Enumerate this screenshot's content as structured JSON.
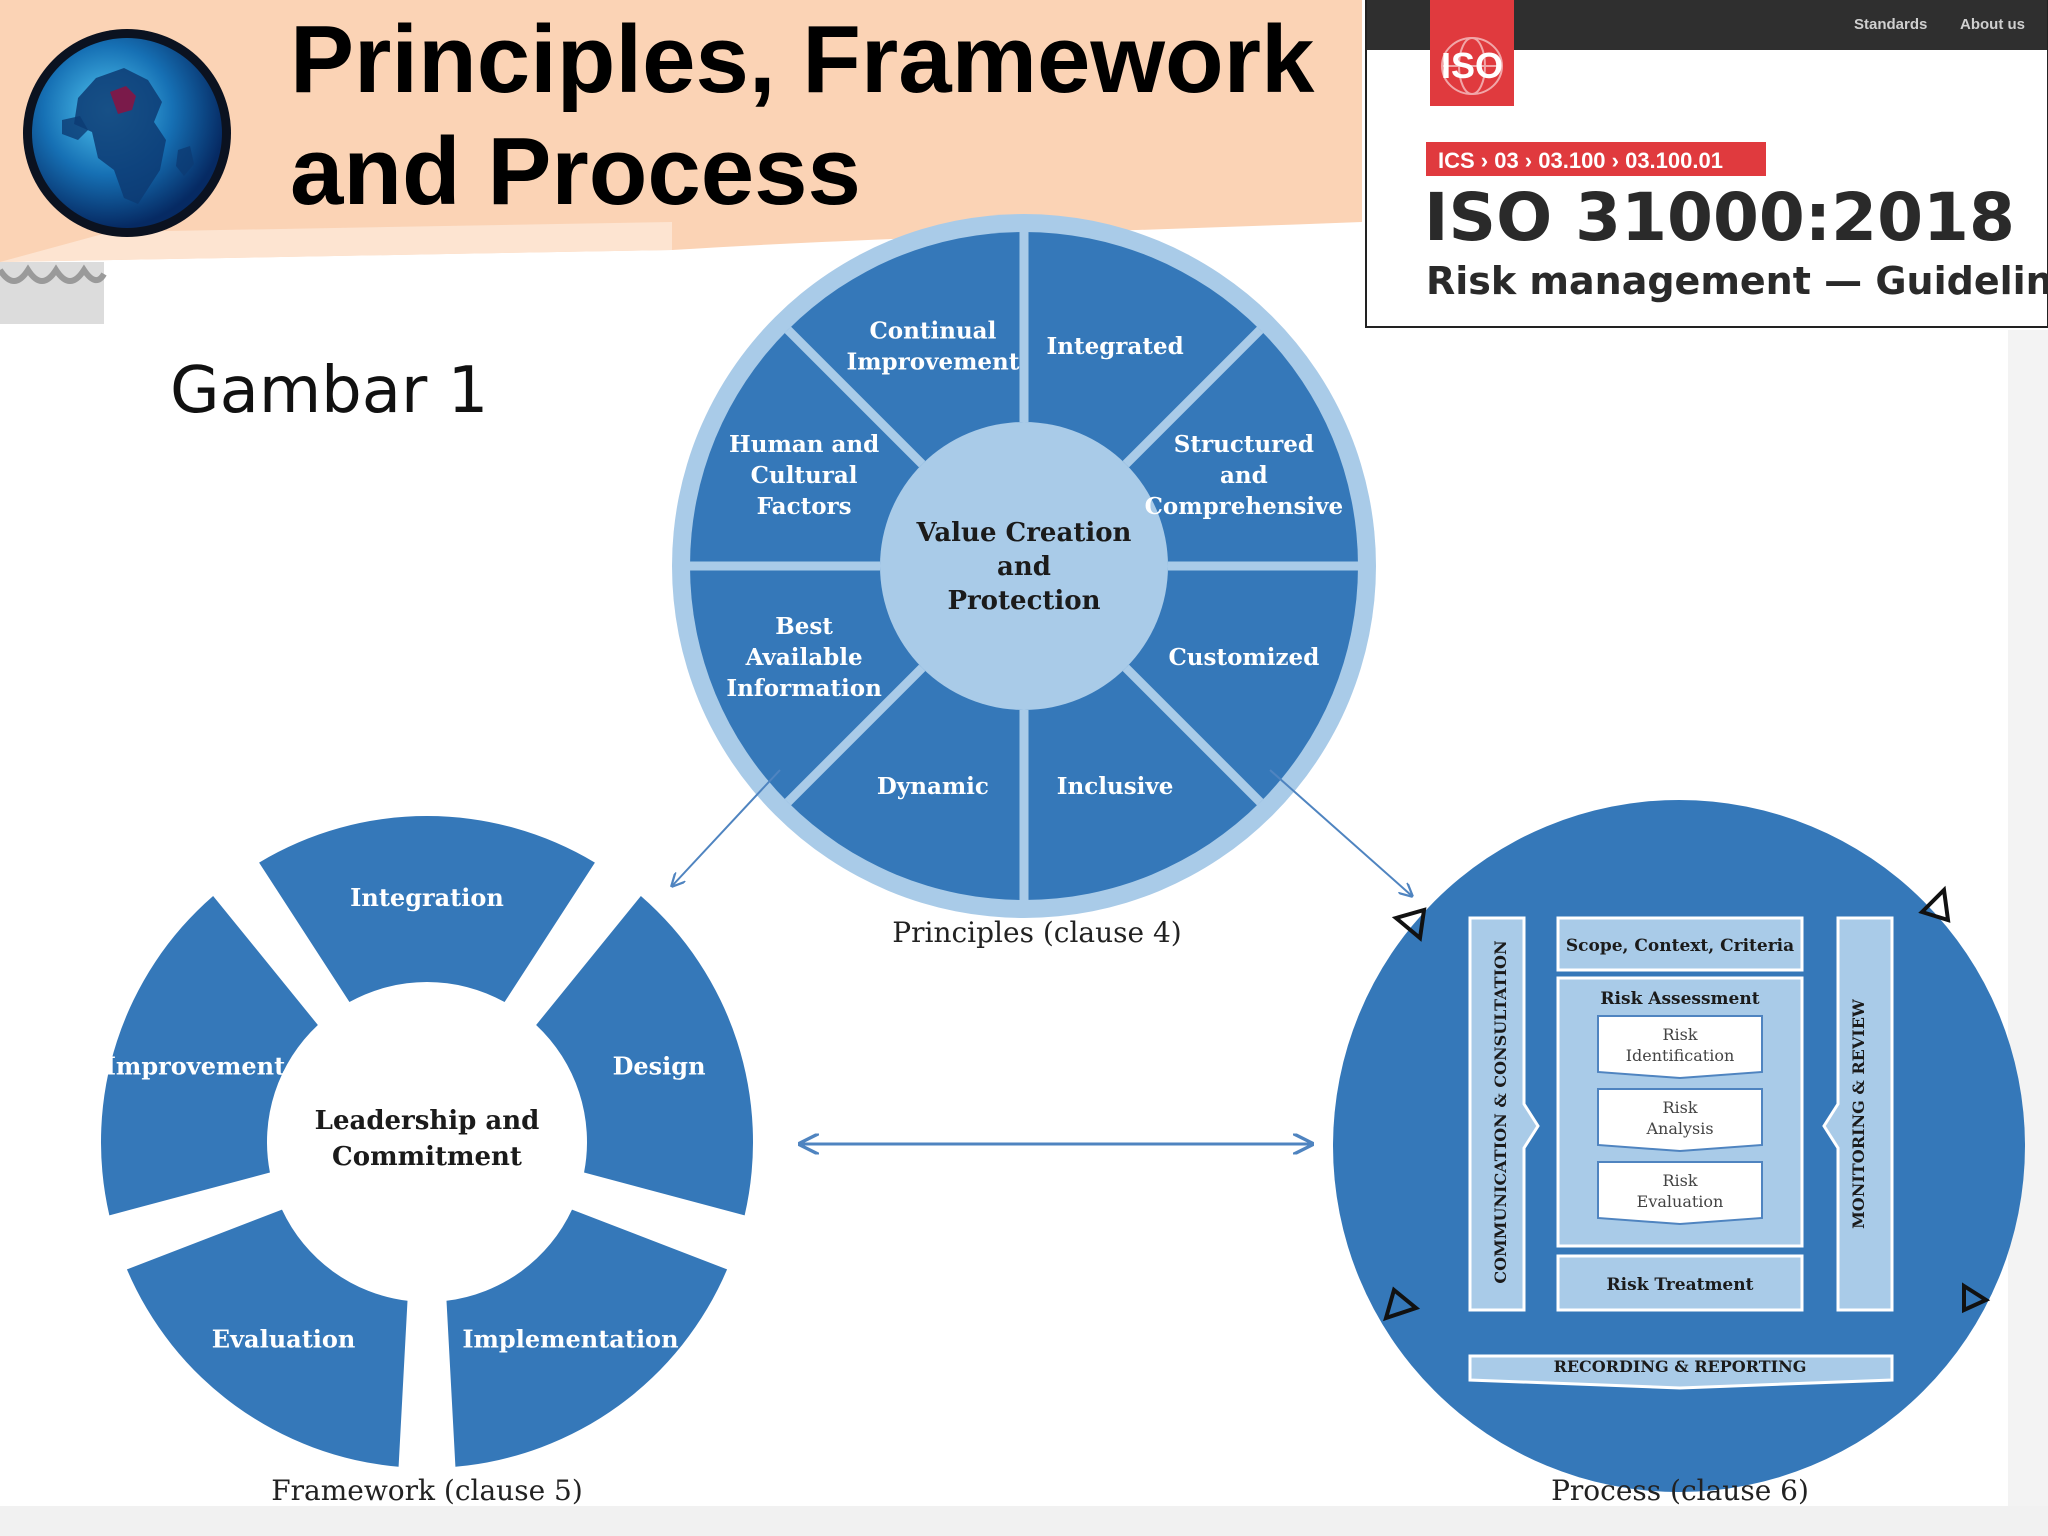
{
  "slide": {
    "title_line1": "Principles, Framework",
    "title_line2": "and Process",
    "figure_label": "Gambar 1"
  },
  "iso_card": {
    "nav": [
      "Standards",
      "About us"
    ],
    "logo_text": "ISO",
    "breadcrumb": "ICS › 03 › 03.100 › 03.100.01",
    "standard_number": "ISO 31000:2018",
    "standard_title": "Risk management — Guidelines"
  },
  "principles": {
    "center": [
      "Value Creation",
      "and",
      "Protection"
    ],
    "segments": [
      {
        "lines": [
          "Integrated"
        ]
      },
      {
        "lines": [
          "Structured",
          "and",
          "Comprehensive"
        ]
      },
      {
        "lines": [
          "Customized"
        ]
      },
      {
        "lines": [
          "Inclusive"
        ]
      },
      {
        "lines": [
          "Dynamic"
        ]
      },
      {
        "lines": [
          "Best",
          "Available",
          "Information"
        ]
      },
      {
        "lines": [
          "Human and",
          "Cultural",
          "Factors"
        ]
      },
      {
        "lines": [
          "Continual",
          "Improvement"
        ]
      }
    ],
    "caption": "Principles (clause 4)"
  },
  "framework": {
    "center": [
      "Leadership and",
      "Commitment"
    ],
    "segments": [
      "Integration",
      "Design",
      "Implementation",
      "Evaluation",
      "Improvement"
    ],
    "caption": "Framework (clause 5)"
  },
  "process": {
    "left_bar": "COMMUNICATION & CONSULTATION",
    "right_bar": "MONITORING & REVIEW",
    "scope": "Scope, Context, Criteria",
    "assessment_title": "Risk Assessment",
    "assessment_steps": [
      [
        "Risk",
        "Identification"
      ],
      [
        "Risk",
        "Analysis"
      ],
      [
        "Risk",
        "Evaluation"
      ]
    ],
    "treatment": "Risk Treatment",
    "recording": "RECORDING & REPORTING",
    "caption": "Process (clause 6)"
  },
  "colors": {
    "blue": "#3578b9",
    "light_blue": "#a9cbe8",
    "arrow_blue": "#4f84c0",
    "title_band": "#fbd3b5",
    "iso_red": "#e03a3e",
    "iso_nav": "#2f2f2f"
  }
}
